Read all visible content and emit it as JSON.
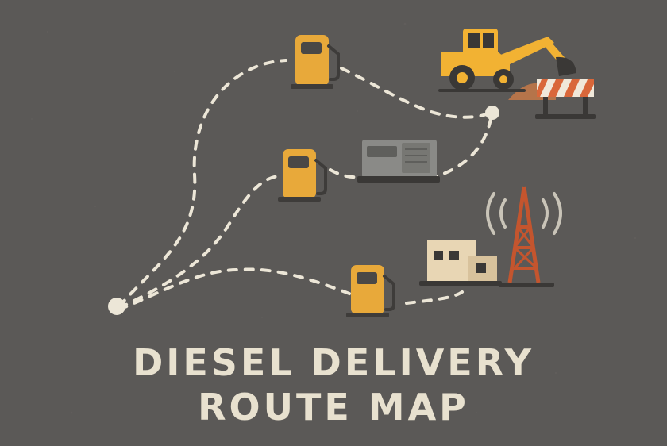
{
  "title": {
    "line1": "DIESEL DELIVERY",
    "line2": "ROUTE MAP"
  },
  "colors": {
    "background": "#5b5957",
    "route": "#ece6d7",
    "fuel_pump": "#e8a93a",
    "machinery": "#f2b233",
    "tower": "#c4552e",
    "generator": "#8a8a87",
    "building": "#e8d6b4"
  },
  "map": {
    "origin": {
      "icon": "origin-dot-icon"
    },
    "routes": [
      {
        "name": "route-to-excavation-site",
        "stops": [
          "fuel-pump-icon",
          "excavator-icon",
          "barricade-icon"
        ]
      },
      {
        "name": "route-to-generator",
        "stops": [
          "fuel-pump-icon",
          "generator-icon"
        ]
      },
      {
        "name": "route-to-cell-tower",
        "stops": [
          "fuel-pump-icon",
          "building-icon",
          "cell-tower-icon"
        ]
      }
    ]
  }
}
